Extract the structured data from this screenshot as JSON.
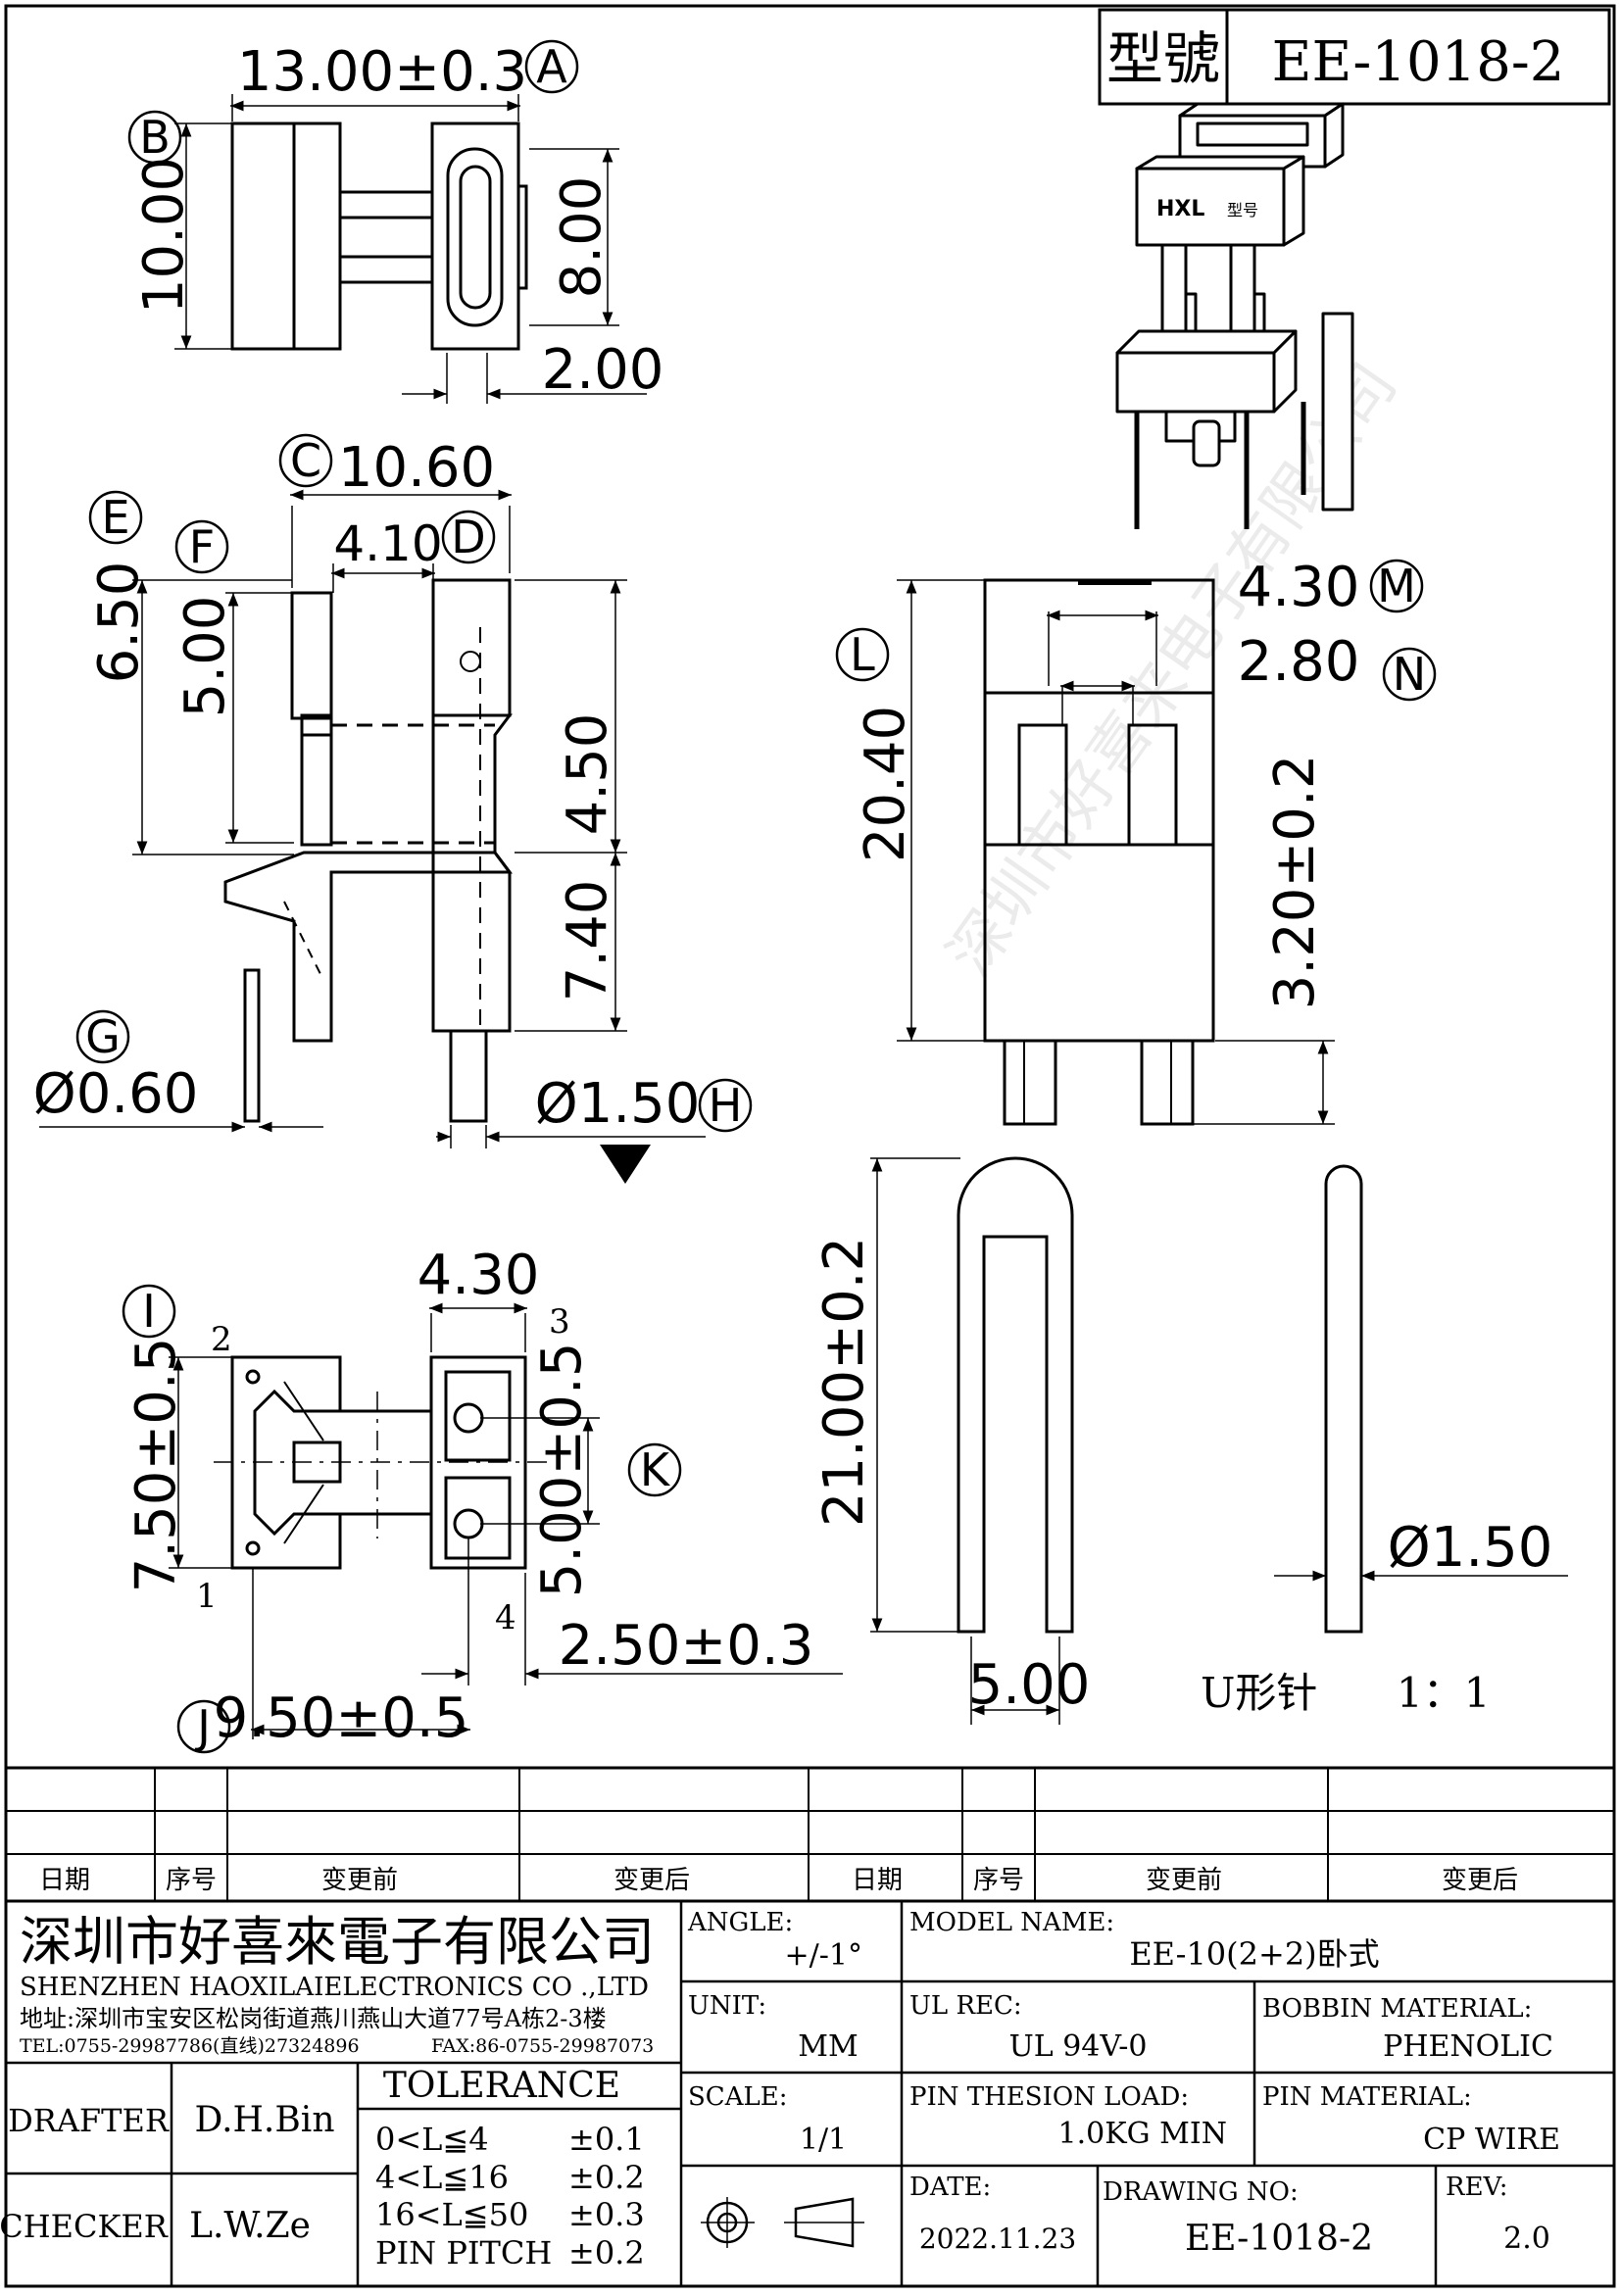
{
  "header": {
    "model_label": "型號",
    "model_value": "EE-1018-2"
  },
  "product_marking": {
    "brand": "HXL",
    "mark": "型号"
  },
  "watermark": "深圳市好喜来电子有限公司",
  "drawing": {
    "top_view": {
      "letter_a": "A",
      "letter_b": "B",
      "width": "13.00±0.3",
      "height": "10.00",
      "inner_height": "8.00",
      "wall": "2.00"
    },
    "side_view": {
      "letter_c": "C",
      "letter_d": "D",
      "letter_e": "E",
      "letter_f": "F",
      "letter_g": "G",
      "letter_h": "H",
      "width": "10.60",
      "inner": "4.10",
      "h1": "6.50",
      "h2": "5.00",
      "h3": "4.50",
      "h4": "7.40",
      "pin_small": "Ø0.60",
      "pin_large": "Ø1.50"
    },
    "front_view": {
      "letter_l": "L",
      "letter_m": "M",
      "letter_n": "N",
      "height": "20.40",
      "w1": "4.30",
      "w2": "2.80",
      "pin_len": "3.20±0.2"
    },
    "bottom_view": {
      "letter_i": "I",
      "letter_j": "J",
      "letter_k": "K",
      "width": "4.30",
      "height": "7.50±0.5",
      "pitch": "5.00±0.5",
      "offset": "2.50±0.3",
      "span": "9.50±0.5",
      "pin1": "1",
      "pin2": "2",
      "pin3": "3",
      "pin4": "4"
    },
    "u_pin": {
      "length": "21.00±0.2",
      "width": "5.00",
      "dia": "Ø1.50",
      "caption": "U形针",
      "scale": "1：1"
    }
  },
  "revision_table": {
    "headers": [
      "日期",
      "序号",
      "变更前",
      "变更后",
      "日期",
      "序号",
      "变更前",
      "变更后"
    ]
  },
  "company": {
    "name_cn": "深圳市好喜來電子有限公司",
    "name_en": "SHENZHEN HAOXILAIELECTRONICS CO .,LTD",
    "address": "地址:深圳市宝安区松岗街道燕川燕山大道77号A栋2-3楼",
    "tel": "TEL:0755-29987786(直线)27324896",
    "fax": "FAX:86-0755-29987073"
  },
  "people": {
    "drafter_label": "DRAFTER",
    "drafter": "D.H.Bin",
    "checker_label": "CHECKER",
    "checker": "L.W.Ze"
  },
  "tolerance": {
    "title": "TOLERANCE",
    "rows": [
      {
        "range": "0<L≦4",
        "value": "±0.1"
      },
      {
        "range": "4<L≦16",
        "value": "±0.2"
      },
      {
        "range": "16<L≦50",
        "value": "±0.3"
      },
      {
        "range": "PIN PITCH",
        "value": "±0.2"
      }
    ]
  },
  "info": {
    "angle_label": "ANGLE:",
    "angle": "+/-1°",
    "unit_label": "UNIT:",
    "unit": "MM",
    "scale_label": "SCALE:",
    "scale": "1/1",
    "model_label": "MODEL NAME:",
    "model": "EE-10(2+2)卧式",
    "ul_label": "UL REC:",
    "ul": "UL 94V-0",
    "bobbin_label": "BOBBIN MATERIAL:",
    "bobbin": "PHENOLIC",
    "tension_label": "PIN THESION LOAD:",
    "tension": "1.0KG MIN",
    "pin_mat_label": "PIN MATERIAL:",
    "pin_mat": "CP  WIRE",
    "date_label": "DATE:",
    "date": "2022.11.23",
    "drawing_no_label": "DRAWING NO:",
    "drawing_no": "EE-1018-2",
    "rev_label": "REV:",
    "rev": "2.0"
  }
}
